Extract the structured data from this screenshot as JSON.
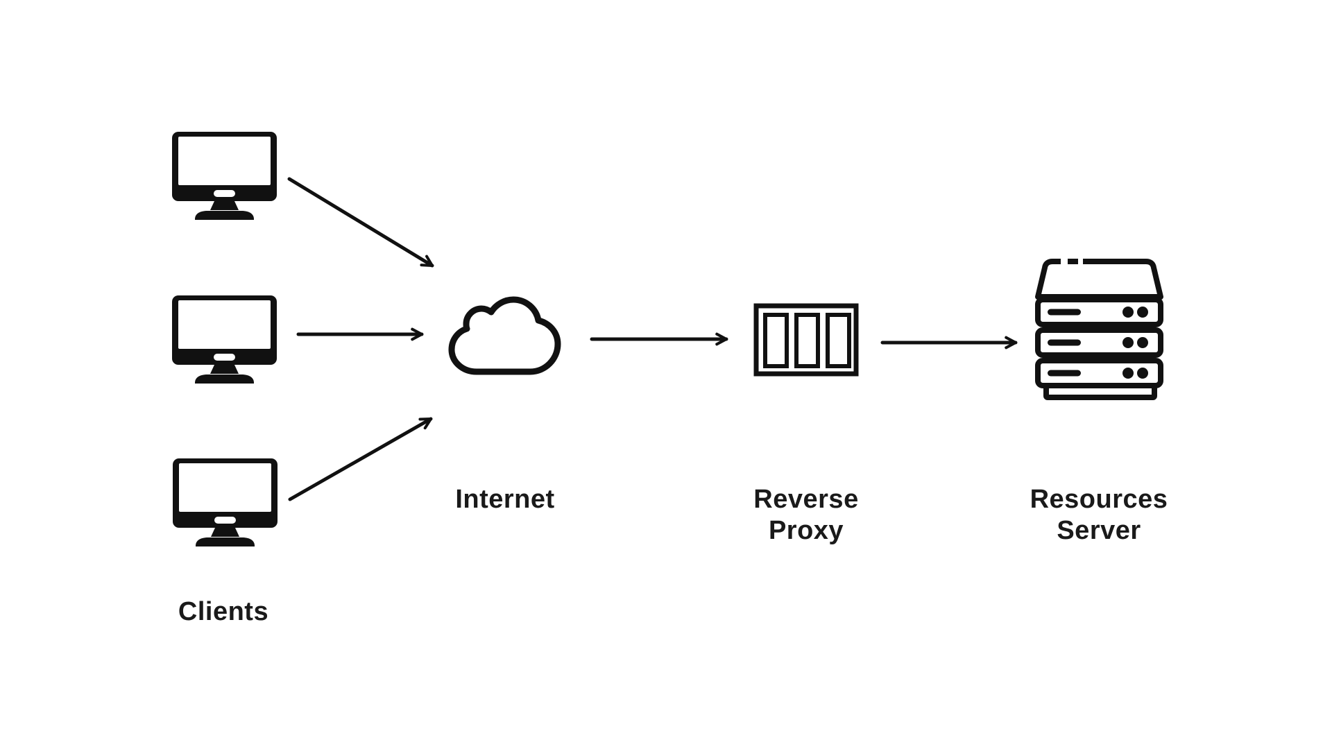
{
  "diagram": {
    "type": "architecture-flow",
    "background_color": "#ffffff",
    "ink_color": "#111111",
    "nodes": {
      "clients": {
        "label": "Clients",
        "icon": "desktop-computer-icon",
        "instances": 3
      },
      "internet": {
        "label": "Internet",
        "icon": "cloud-icon"
      },
      "reverse_proxy": {
        "label_lines": [
          "Reverse",
          "Proxy"
        ],
        "icon": "reverse-proxy-panel-icon"
      },
      "resources_server": {
        "label_lines": [
          "Resources",
          "Server"
        ],
        "icon": "server-rack-icon"
      }
    },
    "connections": [
      {
        "from": "client-1",
        "to": "internet"
      },
      {
        "from": "client-2",
        "to": "internet"
      },
      {
        "from": "client-3",
        "to": "internet"
      },
      {
        "from": "internet",
        "to": "reverse-proxy"
      },
      {
        "from": "reverse-proxy",
        "to": "resources-server"
      }
    ]
  }
}
